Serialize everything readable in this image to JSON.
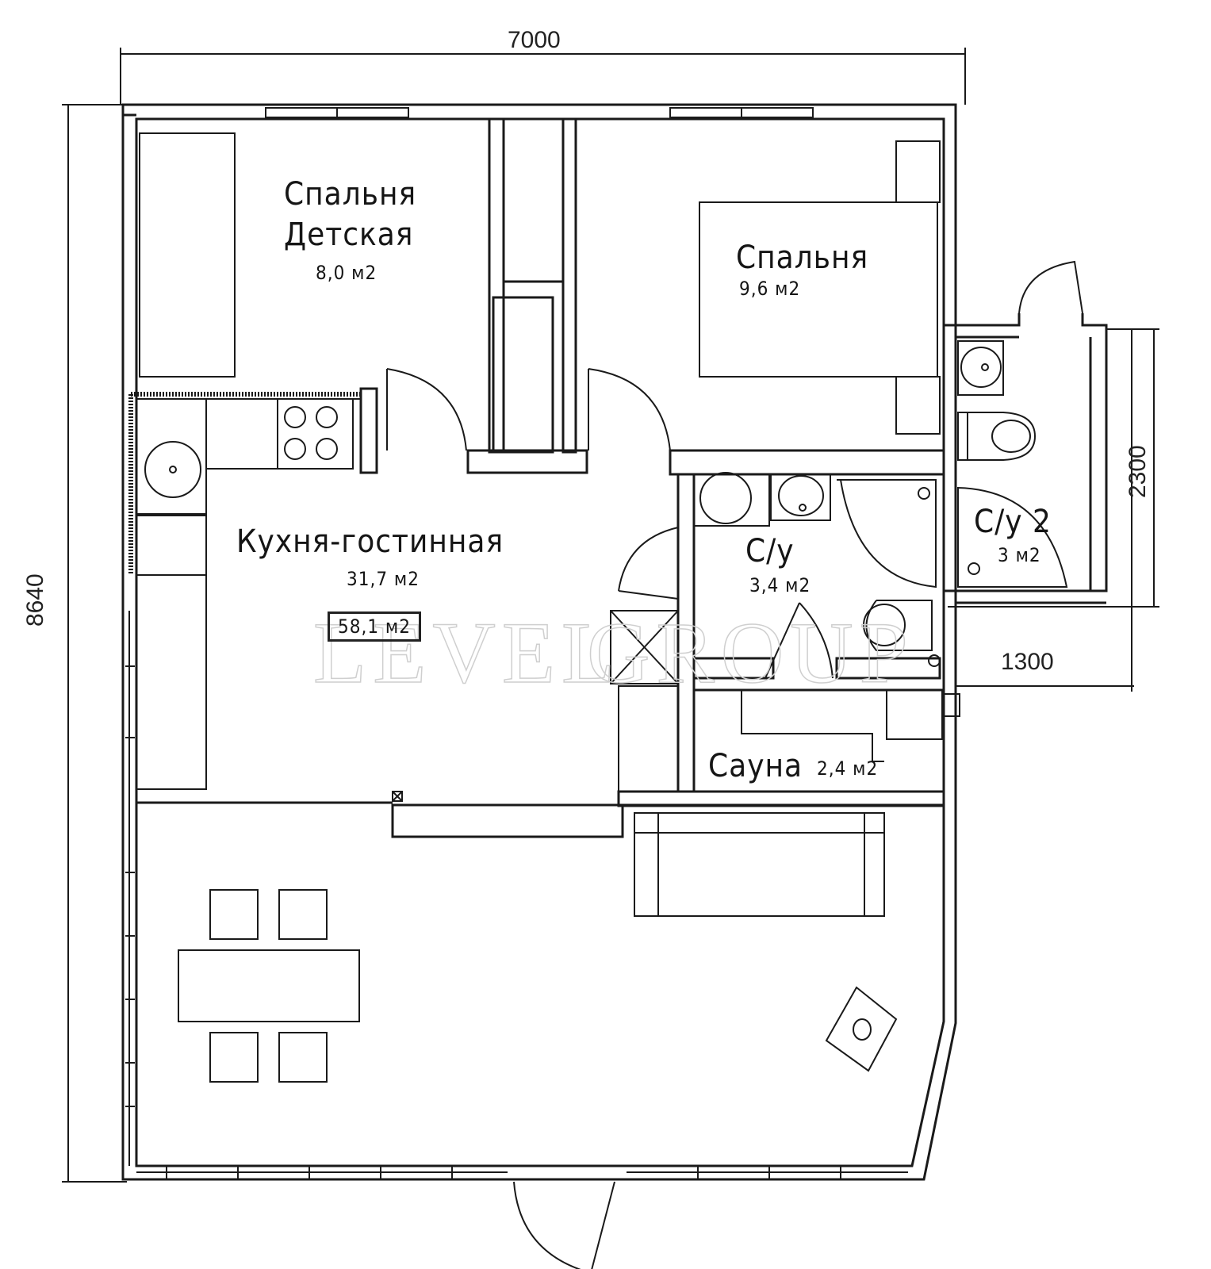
{
  "plan": {
    "dimensions": {
      "width_top": "7000",
      "height_left": "8640",
      "annex_height": "2300",
      "annex_width": "1300"
    },
    "rooms": [
      {
        "name": "Спальня",
        "name2": "Детская",
        "area": "8,0 м2"
      },
      {
        "name": "Спальня",
        "area": "9,6 м2"
      },
      {
        "name": "Кухня-гостинная",
        "area": "31,7 м2"
      },
      {
        "name": "С/у",
        "area": "3,4 м2"
      },
      {
        "name": "С/у 2",
        "area": "3 м2"
      },
      {
        "name": "Сауна",
        "area": "2,4 м2"
      }
    ],
    "total_area": "58,1 м2",
    "watermark": {
      "left": "LEVEL",
      "right": "GROUP"
    },
    "colors": {
      "line": "#1a1a1a",
      "background": "#ffffff",
      "watermark": "#cfcfcf"
    }
  }
}
